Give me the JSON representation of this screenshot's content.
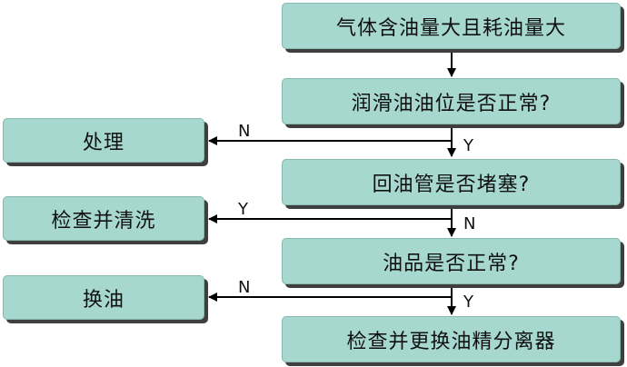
{
  "nodes": {
    "start": "气体含油量大且耗油量大",
    "q1": "润滑油油位是否正常?",
    "act1": "处理",
    "q2": "回油管是否堵塞?",
    "act2": "检查并清洗",
    "q3": "油品是否正常?",
    "act3": "换油",
    "end": "检查并更换油精分离器"
  },
  "edges": {
    "q1_no": "N",
    "q1_yes": "Y",
    "q2_yes": "Y",
    "q2_no": "N",
    "q3_no": "N",
    "q3_yes": "Y"
  },
  "colors": {
    "box_fill": "#a6d8d0",
    "shadow": "#3f3f3f",
    "line": "#000000"
  }
}
